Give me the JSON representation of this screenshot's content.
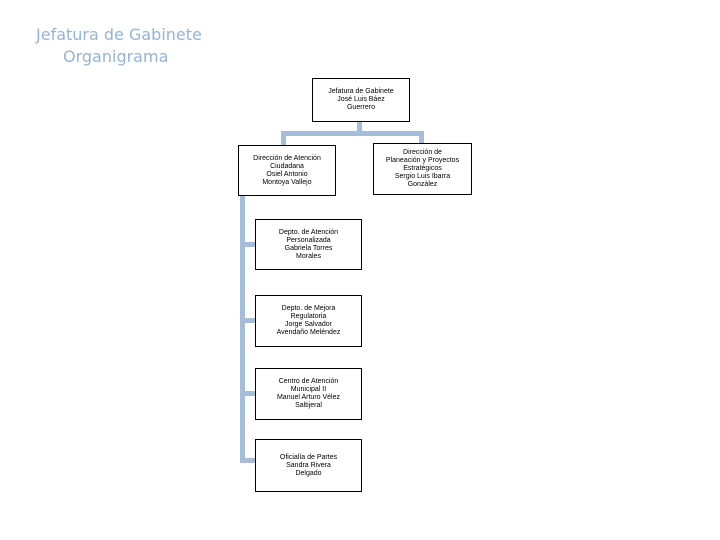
{
  "slide": {
    "title": {
      "line1": "Jefatura de Gabinete",
      "line2": "Organigrama"
    }
  },
  "colors": {
    "title_text": "#95B3D7",
    "connector": "#A5BDDB",
    "box_border": "#000000",
    "box_fill": "#FFFFFF",
    "background": "#FFFFFF"
  },
  "org_chart": {
    "type": "org-tree",
    "nodes": [
      {
        "id": "root",
        "unit": "Jefatura de Gabinete",
        "person": "José Luis Báez Guerrero",
        "reports_to": null,
        "text": "Jefatura de Gabinete\nJosé Luis Báez\nGuerrero"
      },
      {
        "id": "atencion",
        "unit": "Dirección de Atención Ciudadana",
        "person": "Osiel Antonio Montoya Vallejo",
        "reports_to": "root",
        "text": "Dirección de Atención\nCiudadana\nOsiel Antonio\nMontoya Vallejo"
      },
      {
        "id": "planeacion",
        "unit": "Dirección de Planeación y Proyectos Estratégicos",
        "person": "Sergio Luis Ibarra González",
        "reports_to": "root",
        "text": "Dirección de\nPlaneación y Proyectos\nEstratégicos\nSergio Luis Ibarra\nGonzález"
      },
      {
        "id": "personalizada",
        "unit": "Depto. de Atención Personalizada",
        "person": "Gabriela Torres Morales",
        "reports_to": "atencion",
        "text": "Depto. de Atención\nPersonalizada\nGabriela Torres\nMorales"
      },
      {
        "id": "mejora",
        "unit": "Depto. de Mejora Regulatoria",
        "person": "Jorge Salvador Avendaño Meléndez",
        "reports_to": "atencion",
        "text": "Depto. de Mejora\nRegulatoria\nJorge Salvador\nAvendaño Meléndez"
      },
      {
        "id": "cam2",
        "unit": "Centro de Atención Municipal II",
        "person": "Manuel Arturo Vélez Saltijeral",
        "reports_to": "atencion",
        "text": "Centro de Atención\nMunicipal II\nManuel Arturo Vélez\nSaltijeral"
      },
      {
        "id": "oficialia",
        "unit": "Oficialía de Partes",
        "person": "Sandra Rivera Delgado",
        "reports_to": "atencion",
        "text": "Oficialía de Partes\nSandra Rivera\nDelgado"
      }
    ]
  }
}
